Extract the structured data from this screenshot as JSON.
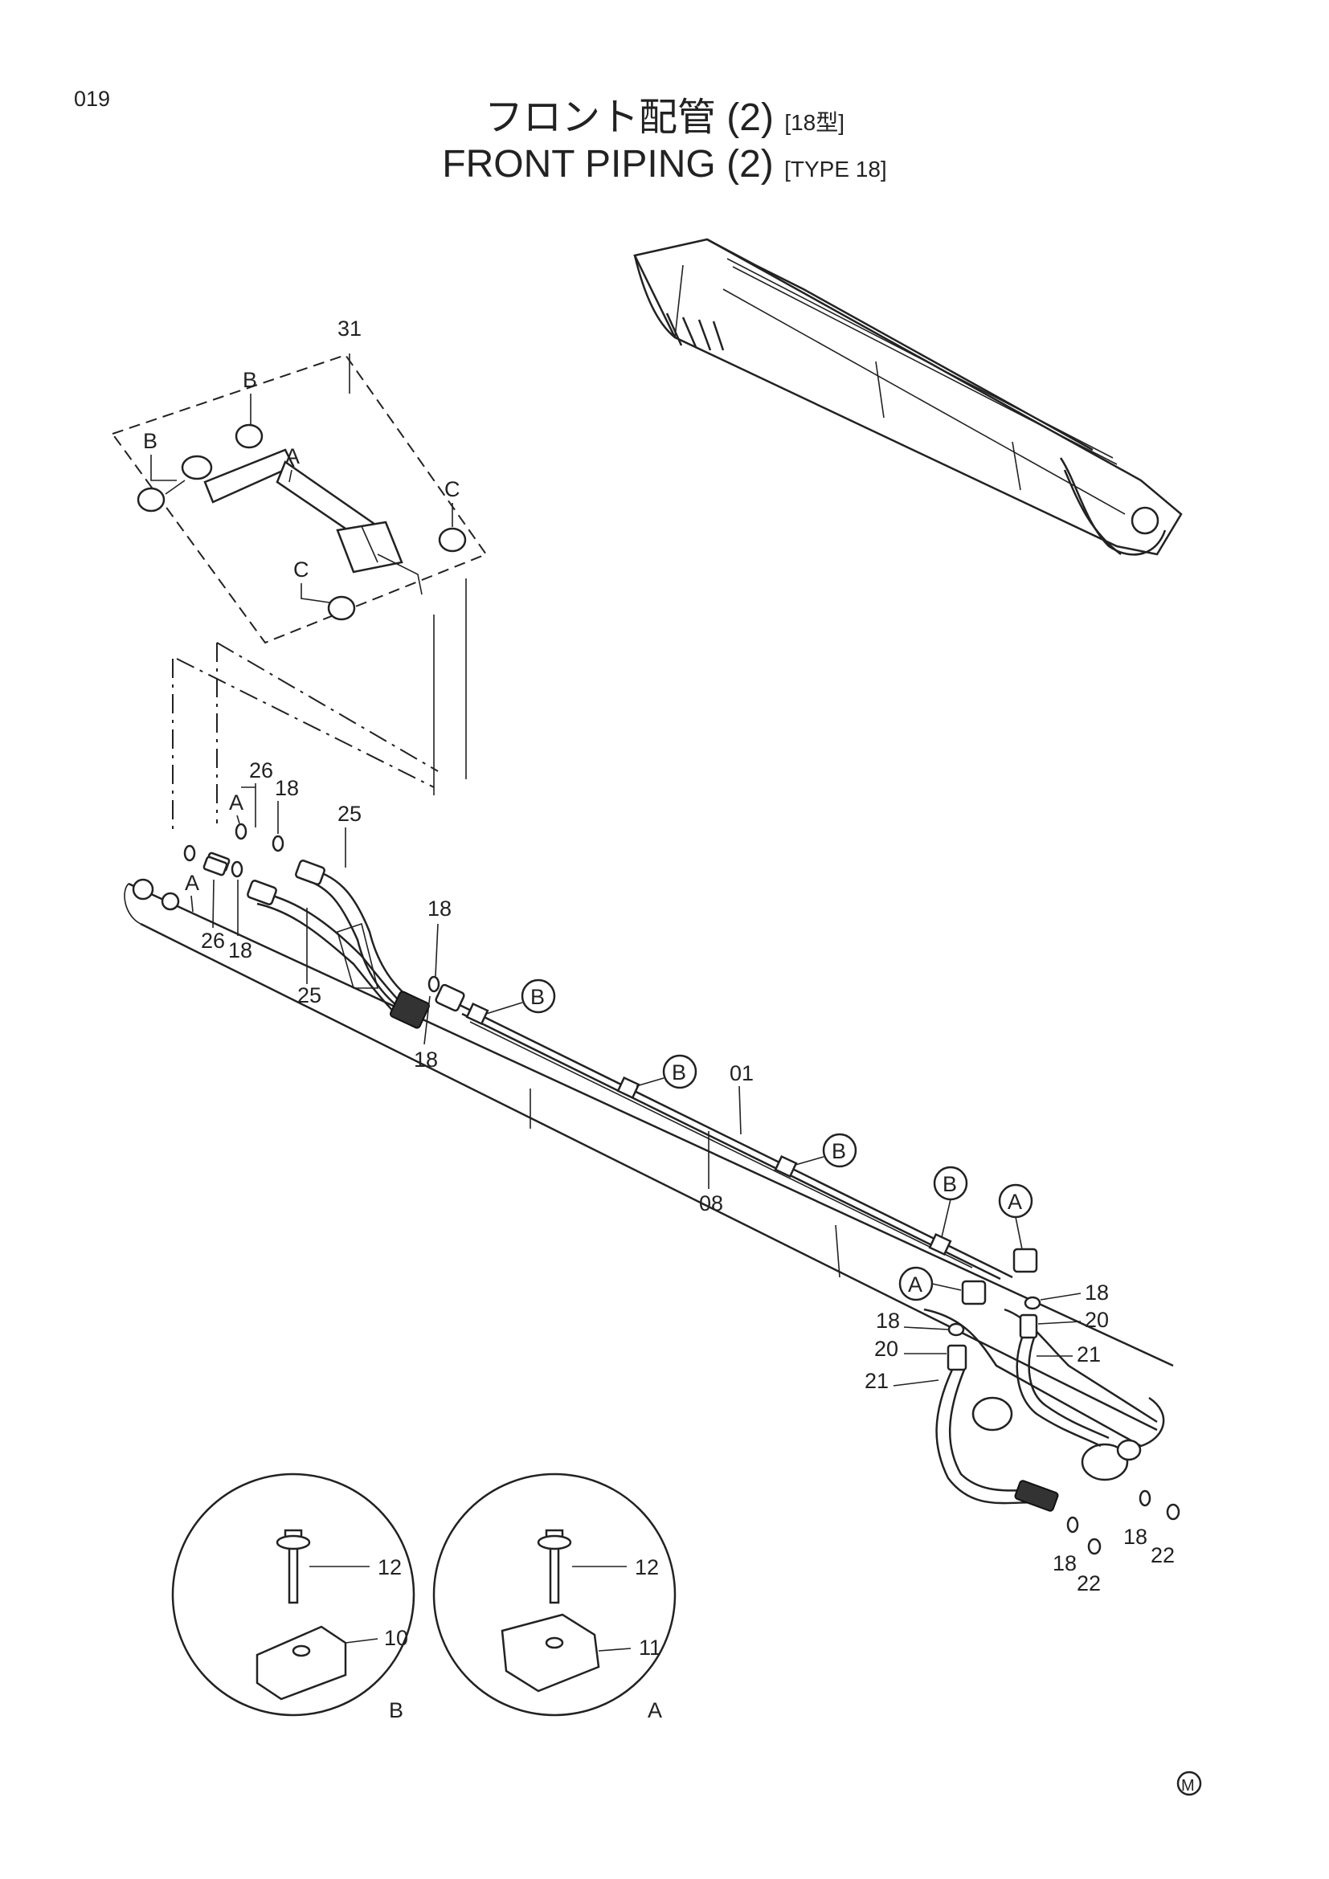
{
  "page_number": "019",
  "title_jp": "フロント配管 (2)",
  "title_jp_type": "[18型]",
  "title_en": "FRONT  PIPING  (2)",
  "title_en_type": "[TYPE 18]",
  "assembly_label": "31",
  "callouts": {
    "p01": "01",
    "p08": "08",
    "p10": "10",
    "p11": "11",
    "p12": "12",
    "p18": "18",
    "p20": "20",
    "p21": "21",
    "p22": "22",
    "p25": "25",
    "p26": "26"
  },
  "ref_letters": {
    "a": "A",
    "b": "B",
    "c": "C"
  },
  "detail_views": [
    {
      "letter": "B",
      "bolt": "12",
      "clamp": "10"
    },
    {
      "letter": "A",
      "bolt": "12",
      "clamp": "11"
    }
  ],
  "footer_mark": "M"
}
